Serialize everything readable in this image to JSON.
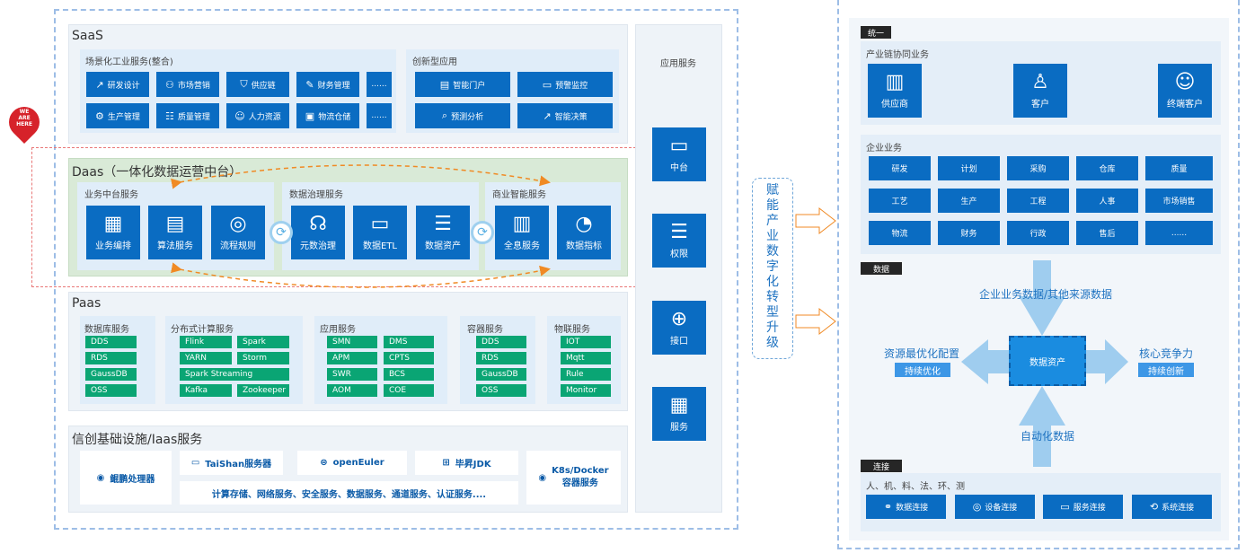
{
  "left": {
    "saas": {
      "title": "SaaS",
      "scene": {
        "title": "场景化工业服务(整合)",
        "items": [
          {
            "icon": "chart-icon",
            "label": "研发设计"
          },
          {
            "icon": "people-icon",
            "label": "市场营销"
          },
          {
            "icon": "shield-icon",
            "label": "供应链"
          },
          {
            "icon": "finance-icon",
            "label": "财务管理"
          },
          {
            "icon": "",
            "label": "......"
          },
          {
            "icon": "factory-icon",
            "label": "生产管理"
          },
          {
            "icon": "quality-icon",
            "label": "质量管理"
          },
          {
            "icon": "hr-icon",
            "label": "人力资源"
          },
          {
            "icon": "logistics-icon",
            "label": "物流仓储"
          },
          {
            "icon": "",
            "label": "......"
          }
        ]
      },
      "innov": {
        "title": "创新型应用",
        "items": [
          {
            "icon": "portal-icon",
            "label": "智能门户"
          },
          {
            "icon": "monitor-icon",
            "label": "预警监控"
          },
          {
            "icon": "search-icon",
            "label": "预测分析"
          },
          {
            "icon": "decision-icon",
            "label": "智能决策"
          }
        ]
      }
    },
    "daas": {
      "title": "Daas（一体化数据运营中台）",
      "groups": [
        {
          "title": "业务中台服务",
          "tiles": [
            {
              "icon": "chip-icon",
              "label": "业务编排"
            },
            {
              "icon": "algorithm-icon",
              "label": "算法服务"
            },
            {
              "icon": "globe-icon",
              "label": "流程规则"
            }
          ]
        },
        {
          "title": "数据治理服务",
          "tiles": [
            {
              "icon": "brain-icon",
              "label": "元数治理"
            },
            {
              "icon": "etl-icon",
              "label": "数据ETL"
            },
            {
              "icon": "asset-icon",
              "label": "数据资产"
            }
          ]
        },
        {
          "title": "商业智能服务",
          "tiles": [
            {
              "icon": "dashboard-icon",
              "label": "全息服务"
            },
            {
              "icon": "metric-icon",
              "label": "数据指标"
            }
          ]
        }
      ]
    },
    "paas": {
      "title": "Paas",
      "groups": [
        {
          "title": "数据库服务",
          "items": [
            "DDS",
            "RDS",
            "GaussDB",
            "OSS"
          ]
        },
        {
          "title": "分布式计算服务",
          "items": [
            "Flink",
            "Spark",
            "YARN",
            "Storm",
            "Spark Streaming",
            "Kafka",
            "Zookeeper"
          ]
        },
        {
          "title": "应用服务",
          "items": [
            "SMN",
            "DMS",
            "APM",
            "CPTS",
            "SWR",
            "BCS",
            "AOM",
            "COE"
          ]
        },
        {
          "title": "容器服务",
          "items": [
            "DDS",
            "RDS",
            "GaussDB",
            "OSS"
          ]
        },
        {
          "title": "物联服务",
          "items": [
            "IOT",
            "Mqtt",
            "Rule",
            "Monitor"
          ]
        }
      ]
    },
    "iaas": {
      "title": "信创基础设施/Iaas服务",
      "kunpeng": "鲲鹏处理器",
      "taishan": "TaiShan服务器",
      "openeuler": "openEuler",
      "jdk": "毕昇JDK",
      "k8s1": "K8s/Docker",
      "k8s2": "容器服务",
      "services": "计算存储、网络服务、安全服务、数据服务、通道服务、认证服务...."
    },
    "app_service": {
      "title": "应用服务",
      "items": [
        {
          "icon": "screen-icon",
          "label": "中台"
        },
        {
          "icon": "database-icon",
          "label": "权限"
        },
        {
          "icon": "login-icon",
          "label": "接口"
        },
        {
          "icon": "chip-icon",
          "label": "服务"
        }
      ]
    },
    "badge": [
      "WE",
      "ARE",
      "HERE"
    ]
  },
  "middle": {
    "chars": [
      "赋",
      "能",
      "产",
      "业",
      "数",
      "字",
      "化",
      "转",
      "型",
      "升",
      "级"
    ]
  },
  "right": {
    "unify": {
      "tag": "统一",
      "chain": {
        "title": "产业链协同业务",
        "tiles": [
          {
            "icon": "building-icon",
            "label": "供应商"
          },
          {
            "icon": "user-tie-icon",
            "label": "客户"
          },
          {
            "icon": "user-icon",
            "label": "终端客户"
          }
        ]
      },
      "enterprise": {
        "title": "企业业务",
        "items": [
          "研发",
          "计划",
          "采购",
          "仓库",
          "质量",
          "工艺",
          "生产",
          "工程",
          "人事",
          "市场销售",
          "物流",
          "财务",
          "行政",
          "售后",
          "......"
        ]
      }
    },
    "data": {
      "tag": "数据",
      "top": "企业业务数据/其他来源数据",
      "center": "数据资产",
      "left_title": "资源最优化配置",
      "left_sub": "持续优化",
      "right_title": "核心竞争力",
      "right_sub": "持续创新",
      "bottom": "自动化数据"
    },
    "connect": {
      "tag": "连接",
      "subtitle": "人、机、料、法、环、测",
      "items": [
        {
          "icon": "link-icon",
          "label": "数据连接"
        },
        {
          "icon": "device-icon",
          "label": "设备连接"
        },
        {
          "icon": "service-icon",
          "label": "服务连接"
        },
        {
          "icon": "system-icon",
          "label": "系统连接"
        }
      ]
    }
  },
  "colors": {
    "primary": "#0a6cc2",
    "green": "#0aa574",
    "panel": "#eef3f8",
    "sub": "#e0edf9",
    "arrow": "#f08a24"
  }
}
